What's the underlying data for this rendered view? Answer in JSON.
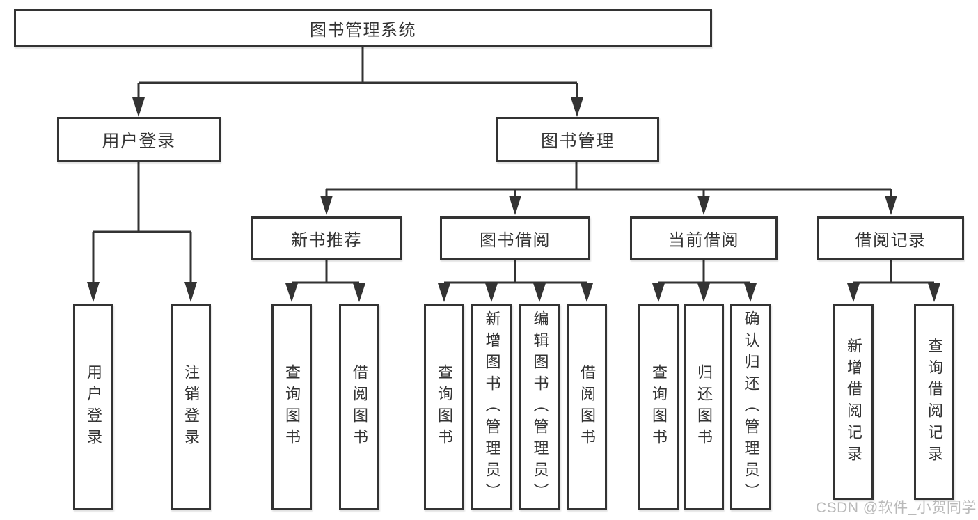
{
  "diagram": {
    "root": {
      "label": "图书管理系统"
    },
    "level1": [
      {
        "id": "user-login",
        "label": "用户登录"
      },
      {
        "id": "book-management",
        "label": "图书管理"
      }
    ],
    "level2": [
      {
        "id": "new-book-recommendation",
        "label": "新书推荐",
        "parent": "图书管理"
      },
      {
        "id": "book-borrowing",
        "label": "图书借阅",
        "parent": "图书管理"
      },
      {
        "id": "current-borrowing",
        "label": "当前借阅",
        "parent": "图书管理"
      },
      {
        "id": "borrowing-records",
        "label": "借阅记录",
        "parent": "图书管理"
      }
    ],
    "leaves": [
      {
        "parent": "用户登录",
        "label": "用户登录"
      },
      {
        "parent": "用户登录",
        "label": "注销登录"
      },
      {
        "parent": "新书推荐",
        "label": "查询图书"
      },
      {
        "parent": "新书推荐",
        "label": "借阅图书"
      },
      {
        "parent": "图书借阅",
        "label": "查询图书"
      },
      {
        "parent": "图书借阅",
        "label": "新增图书（管理员）"
      },
      {
        "parent": "图书借阅",
        "label": "编辑图书（管理员）"
      },
      {
        "parent": "图书借阅",
        "label": "借阅图书"
      },
      {
        "parent": "当前借阅",
        "label": "查询图书"
      },
      {
        "parent": "当前借阅",
        "label": "归还图书"
      },
      {
        "parent": "当前借阅",
        "label": "确认归还（管理员）"
      },
      {
        "parent": "借阅记录",
        "label": "新增借阅记录"
      },
      {
        "parent": "借阅记录",
        "label": "查询借阅记录"
      }
    ]
  },
  "watermark": {
    "text": "CSDN @软件_小贺同学"
  },
  "colors": {
    "line": "#333333",
    "box_border": "#333333",
    "text": "#333333",
    "background": "#ffffff",
    "watermark": "#b9b9b9"
  }
}
